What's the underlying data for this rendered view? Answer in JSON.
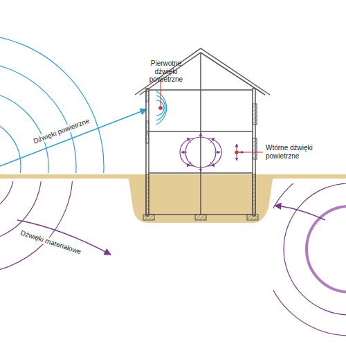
{
  "diagram": {
    "labels": [
      "Pierwotne dźwięki powietrzne",
      "Dźwięki powietrzne",
      "Wtórne dźwięki powietrzne",
      "Dźwięki materiałowe"
    ]
  }
}
